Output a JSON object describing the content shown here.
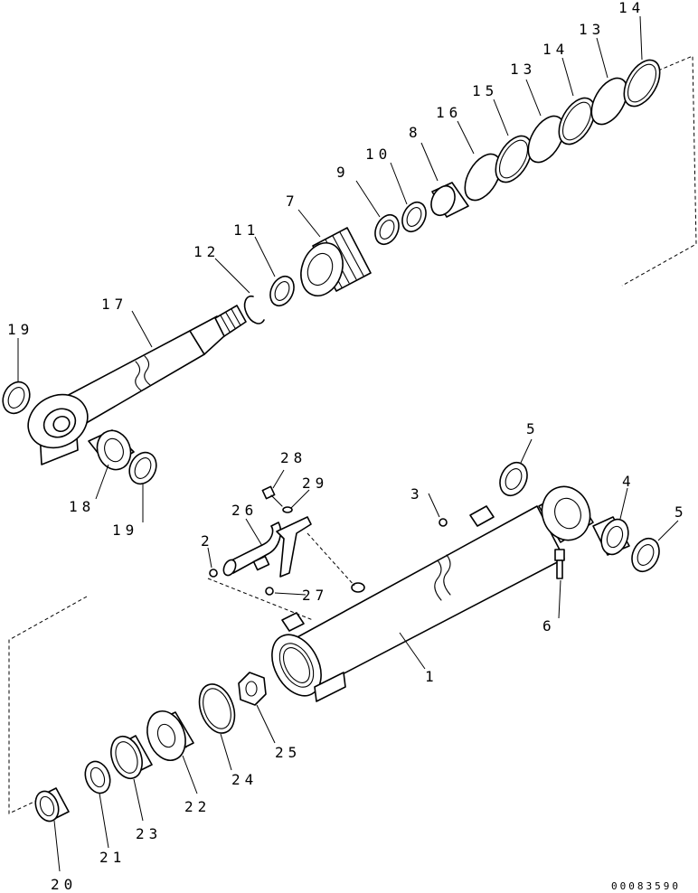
{
  "drawing_code": "00083590",
  "callouts": {
    "c1": "1",
    "c2": "2",
    "c3": "3",
    "c4": "4",
    "c5a": "5",
    "c5b": "5",
    "c6": "6",
    "c7": "7",
    "c8": "8",
    "c9": "9",
    "c10": "10",
    "c11": "11",
    "c12": "12",
    "c13a": "13",
    "c13b": "13",
    "c14a": "14",
    "c14b": "14",
    "c15": "15",
    "c16": "16",
    "c17": "17",
    "c18": "18",
    "c19a": "19",
    "c19b": "19",
    "c20": "20",
    "c21": "21",
    "c22": "22",
    "c23": "23",
    "c24": "24",
    "c25": "25",
    "c26": "26",
    "c27": "27",
    "c28": "28",
    "c29": "29"
  }
}
